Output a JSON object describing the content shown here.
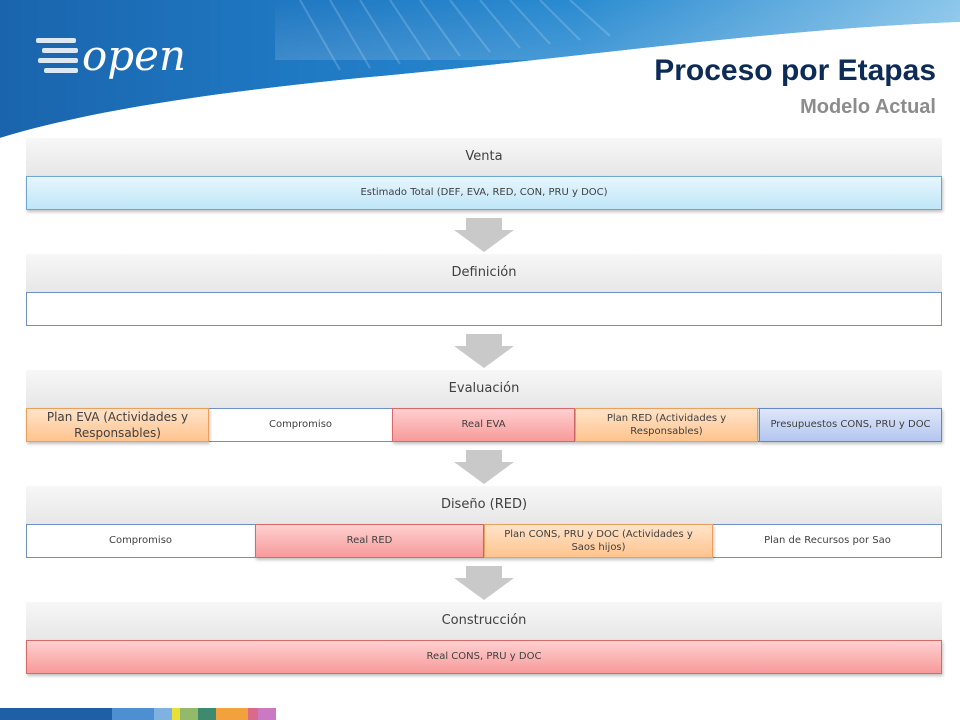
{
  "header": {
    "logo_text": "open",
    "title": "Proceso por Etapas",
    "subtitle": "Modelo Actual"
  },
  "stages": [
    {
      "label": "Venta",
      "items": [
        {
          "text": "Estimado Total (DEF, EVA, RED, CON, PRU y DOC)",
          "color": "cyan"
        }
      ]
    },
    {
      "label": "Definición",
      "items": [
        {
          "text": "",
          "color": "white"
        }
      ]
    },
    {
      "label": "Evaluación",
      "items": [
        {
          "text": "Plan EVA  (Actividades y Responsables)",
          "color": "orange"
        },
        {
          "text": "Compromiso",
          "color": "white"
        },
        {
          "text": "Real EVA",
          "color": "red"
        },
        {
          "text": "Plan RED  (Actividades y Responsables)",
          "color": "orange"
        },
        {
          "text": "Presupuestos  CONS, PRU y DOC",
          "color": "blue"
        }
      ]
    },
    {
      "label": "Diseño (RED)",
      "items": [
        {
          "text": "Compromiso",
          "color": "white"
        },
        {
          "text": "Real  RED",
          "color": "red"
        },
        {
          "text": "Plan CONS, PRU y DOC  (Actividades y Saos hijos)",
          "color": "orange"
        },
        {
          "text": "Plan de Recursos por Sao",
          "color": "white"
        }
      ]
    },
    {
      "label": "Construcción",
      "items": [
        {
          "text": "Real CONS, PRU y DOC",
          "color": "red"
        }
      ]
    }
  ],
  "colors": {
    "title": "#0d2b57",
    "subtitle": "#8c8c8c",
    "header_blue": "#1e6db4",
    "arrow": "#c9c9c9"
  }
}
